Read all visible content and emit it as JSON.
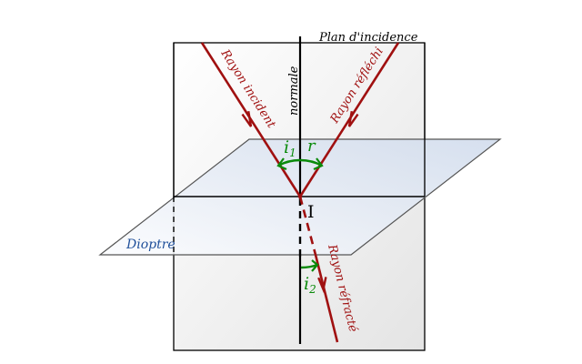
{
  "labels": {
    "plane": "Plan d'incidence",
    "normal": "normale",
    "incident": "Rayon incident",
    "reflected": "Rayon réfléchi",
    "refracted": "Rayon réfracté",
    "interface": "Dioptre",
    "point": "I",
    "angle_incidence": "i",
    "angle_incidence_sub": "1",
    "angle_reflection": "r",
    "angle_refraction": "i",
    "angle_refraction_sub": "2"
  },
  "colors": {
    "ray": "#a01010",
    "angle": "#0a8a0a",
    "interface_text": "#1f4f9a",
    "plane_fill_light": "#ffffff",
    "plane_fill_dark": "#e6e6e6",
    "interface_fill_light": "#f6f8fc",
    "interface_fill_dark": "#d2dcec",
    "outline": "#000000"
  }
}
